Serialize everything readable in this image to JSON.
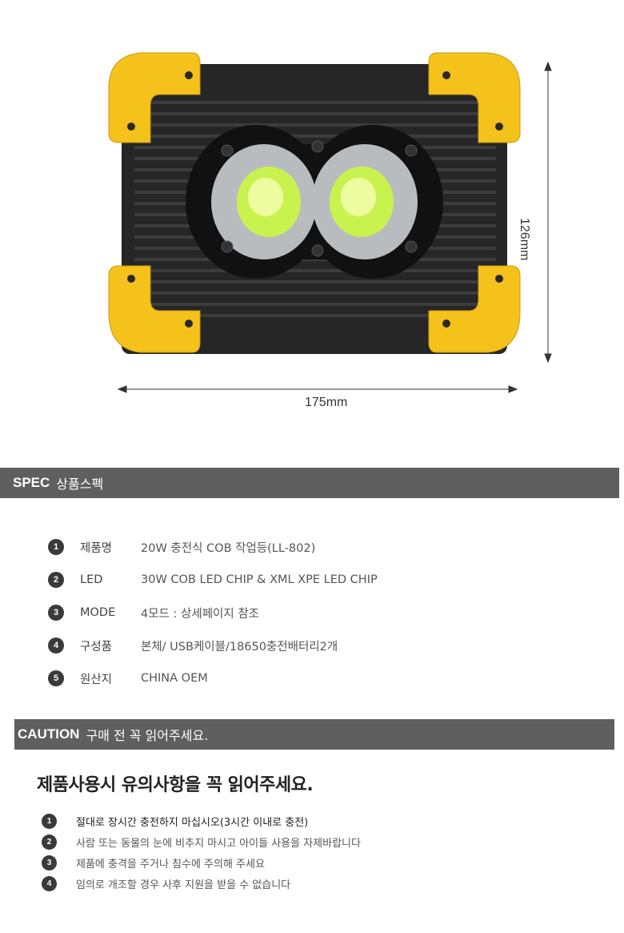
{
  "dimensions": {
    "height": "126mm",
    "width": "175mm"
  },
  "spec_section": {
    "title_en": "SPEC",
    "title_ko": "상품스펙"
  },
  "spec_items": [
    {
      "num": "1",
      "label": "제품명",
      "value": "20W 충전식 COB 작업등(LL-802)"
    },
    {
      "num": "2",
      "label": "LED",
      "value": "30W COB LED CHIP & XML XPE LED CHIP"
    },
    {
      "num": "3",
      "label": "MODE",
      "value": "4모드 : 상세페이지 참조"
    },
    {
      "num": "4",
      "label": "구성품",
      "value": "본체/ USB케이블/18650충전배터리2개"
    },
    {
      "num": "5",
      "label": "원산지",
      "value": "CHINA OEM"
    }
  ],
  "caution_section": {
    "title_en": "CAUTION",
    "title_ko": "구매 전 꼭 읽어주세요."
  },
  "caution_heading": "제품사용시 유의사항을 꼭 읽어주세요.",
  "caution_items": [
    {
      "num": "1",
      "text": "절대로 장시간 충전하지 마십시오(3시간 이내로 충전)"
    },
    {
      "num": "2",
      "text": "사람 또는 동물의 눈에 비추지 마시고 아이들 사용을 자제바랍니다"
    },
    {
      "num": "3",
      "text": "제품에 충격을 주거나 침수에 주의해 주세요"
    },
    {
      "num": "4",
      "text": "임의로 개조할 경우 사후 지원을 받을 수 없습니다"
    }
  ],
  "colors": {
    "housing": "#2b2b2b",
    "bumper": "#f5c21b",
    "bar": "#5f5f5f",
    "lens": "#e8f66a"
  }
}
